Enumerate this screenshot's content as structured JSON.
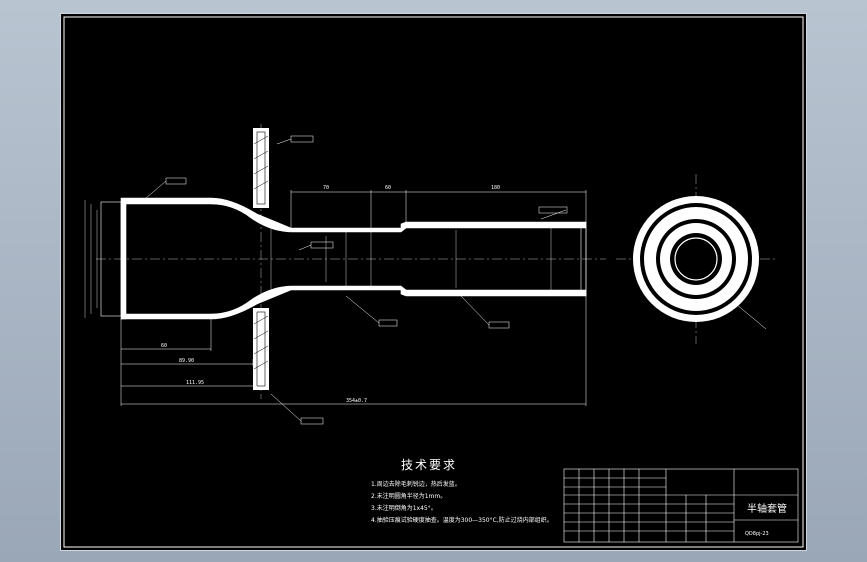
{
  "drawing": {
    "dimensions": {
      "d70": "70",
      "d60": "60",
      "d180": "180",
      "d60b": "60",
      "d89": "89.90",
      "d111": "111.95",
      "d354": "354±0.7"
    },
    "technical_requirements": {
      "title": "技术要求",
      "items": [
        "1.周边去除毛刺锐边，热后发蓝。",
        "2.未注明圆角半径为1mm。",
        "3.未注明倒角为1x45°。",
        "4.抽验压痕试验硬度抽查。温度为300—350°C,防止过烧内部组织。"
      ]
    },
    "title_block": {
      "part_name": "半轴套管",
      "drawing_number": "QD8pj-23"
    }
  }
}
